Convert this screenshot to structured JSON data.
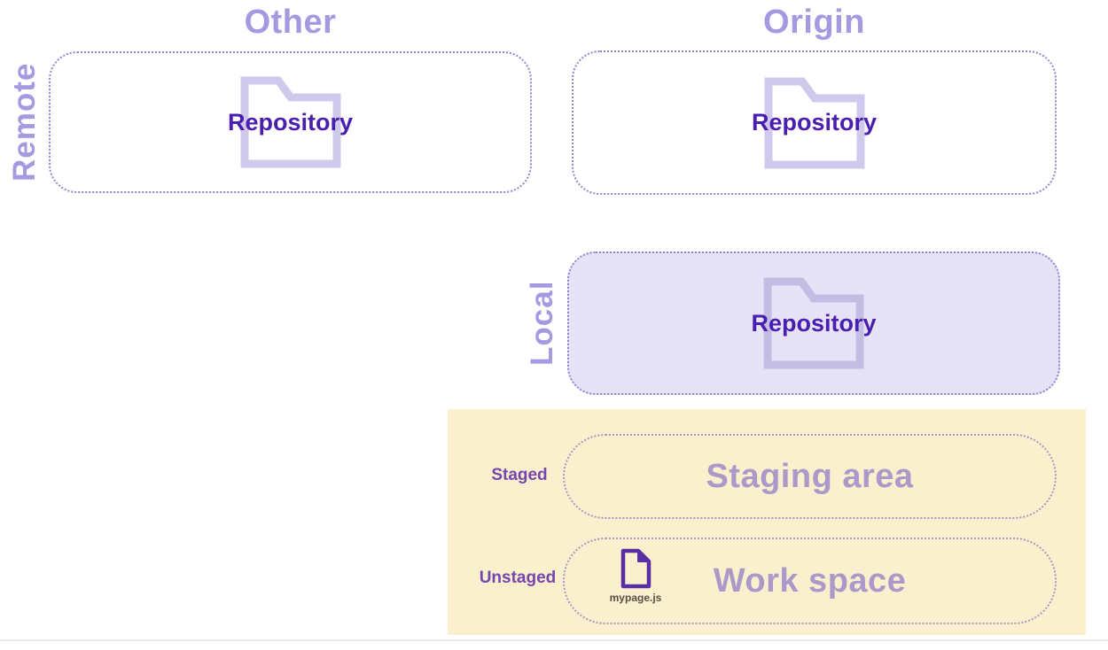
{
  "diagram": {
    "type": "git-workflow-diagram",
    "remote": {
      "group_label": "Remote",
      "other": {
        "title": "Other",
        "repo_label": "Repository"
      },
      "origin": {
        "title": "Origin",
        "repo_label": "Repository"
      }
    },
    "local": {
      "group_label": "Local",
      "repo_label": "Repository"
    },
    "workspace": {
      "staged": {
        "row_label": "Staged",
        "box_label": "Staging area"
      },
      "unstaged": {
        "row_label": "Unstaged",
        "box_label": "Work space",
        "file_name": "mypage.js"
      }
    }
  },
  "colors": {
    "group_title_purple": "#a39ae1",
    "repository_text_purple": "#4a1fb0",
    "folder_icon_lavender": "#cfcaeb",
    "repo_box_border": "#8f84d6",
    "local_box_fill": "#e7e3f6",
    "workspace_background": "#faf0cd",
    "inner_box_border": "#a79ac2",
    "big_label_text": "#ac99c9",
    "row_label_text": "#7646ad",
    "file_icon_purple": "#5c2ea5",
    "file_name_text": "#5a5048",
    "bottom_divider": "#e7e7e7"
  }
}
